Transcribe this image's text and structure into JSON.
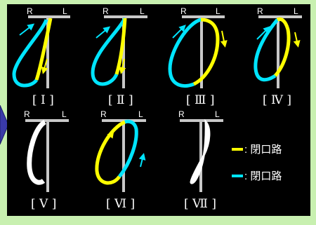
{
  "axis_labels": {
    "right": "R",
    "left": "L"
  },
  "diagrams": [
    {
      "id": "I",
      "label": "[ Ⅰ ]"
    },
    {
      "id": "II",
      "label": "[ Ⅱ ]"
    },
    {
      "id": "III",
      "label": "[ Ⅲ ]"
    },
    {
      "id": "IV",
      "label": "[ Ⅳ ]"
    },
    {
      "id": "V",
      "label": "[ Ⅴ ]"
    },
    {
      "id": "VI",
      "label": "[ Ⅵ ]"
    },
    {
      "id": "VII",
      "label": "[ Ⅶ ]"
    }
  ],
  "legend": [
    {
      "color": "#ffff00",
      "text": ": 閉口路"
    },
    {
      "color": "#00e5ff",
      "text": ": 閉口路"
    }
  ],
  "colors": {
    "yellow": "#ffff00",
    "cyan": "#00e5ff",
    "axis": "#c8c8c8",
    "panel": "#000000",
    "frame": "#c8f0b0",
    "side_arrow": "#3a3aa8"
  }
}
